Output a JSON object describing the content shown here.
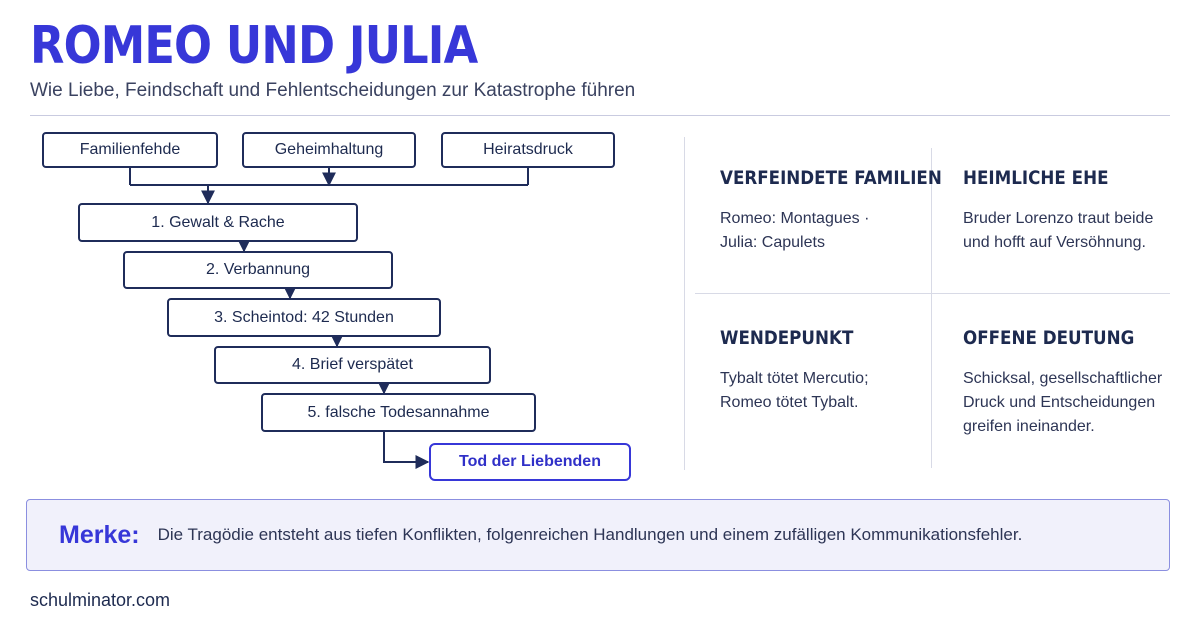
{
  "header": {
    "title": "ROMEO UND JULIA",
    "subtitle": "Wie Liebe, Feindschaft und Fehlentscheidungen zur Katastrophe führen"
  },
  "flow": {
    "causes": [
      "Familienfehde",
      "Geheimhaltung",
      "Heiratsdruck"
    ],
    "steps": [
      "1. Gewalt & Rache",
      "2. Verbannung",
      "3. Scheintod: 42 Stunden",
      "4. Brief verspätet",
      "5. falsche Todesannahme"
    ],
    "outcome": "Tod der Liebenden"
  },
  "facts": [
    {
      "heading": "VERFEINDETE FAMILIEN",
      "text": "Romeo: Montagues · Julia: Capulets"
    },
    {
      "heading": "HEIMLICHE EHE",
      "text": "Bruder Lorenzo traut beide und hofft auf Versöhnung."
    },
    {
      "heading": "WENDEPUNKT",
      "text": "Tybalt tötet Mercutio; Romeo tötet Tybalt."
    },
    {
      "heading": "OFFENE DEUTUNG",
      "text": "Schicksal, gesellschaftlicher Druck und Entscheidungen greifen ineinander."
    }
  ],
  "merke": {
    "label": "Merke:",
    "text": "Die Tragödie entsteht aus tiefen Konflikten, folgenreichen Handlungen und einem zufälligen Kommunikationsfehler."
  },
  "footer": {
    "site": "schulminator.com"
  },
  "colors": {
    "accent": "#3737d8",
    "ink": "#1d2a4f",
    "box_bg": "#f1f1fb"
  }
}
